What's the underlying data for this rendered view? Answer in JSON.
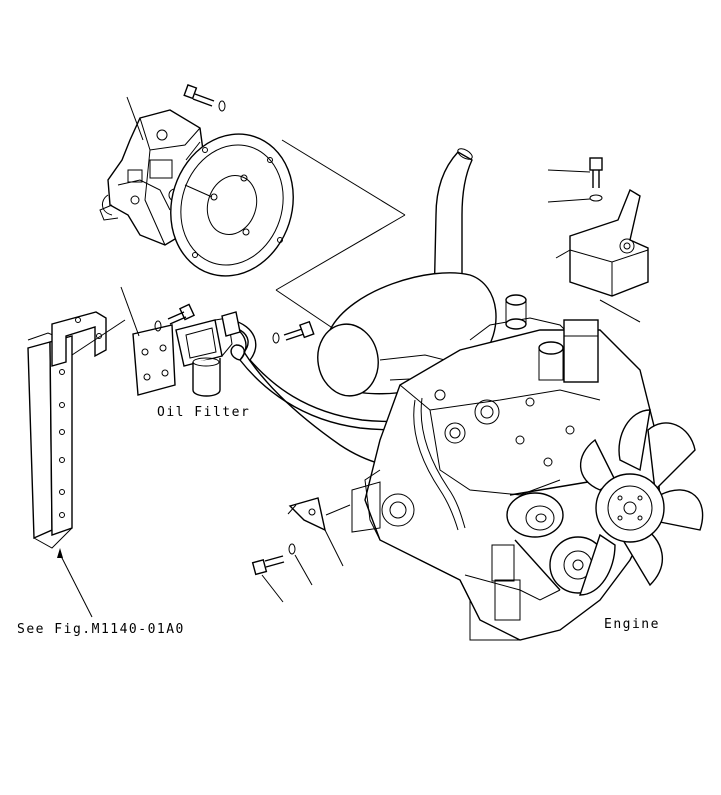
{
  "labels": {
    "oil_filter": "Oil Filter",
    "see_fig": "See Fig.M1140-01A0",
    "engine": "Engine"
  },
  "colors": {
    "line": "#000000",
    "background": "#ffffff"
  }
}
